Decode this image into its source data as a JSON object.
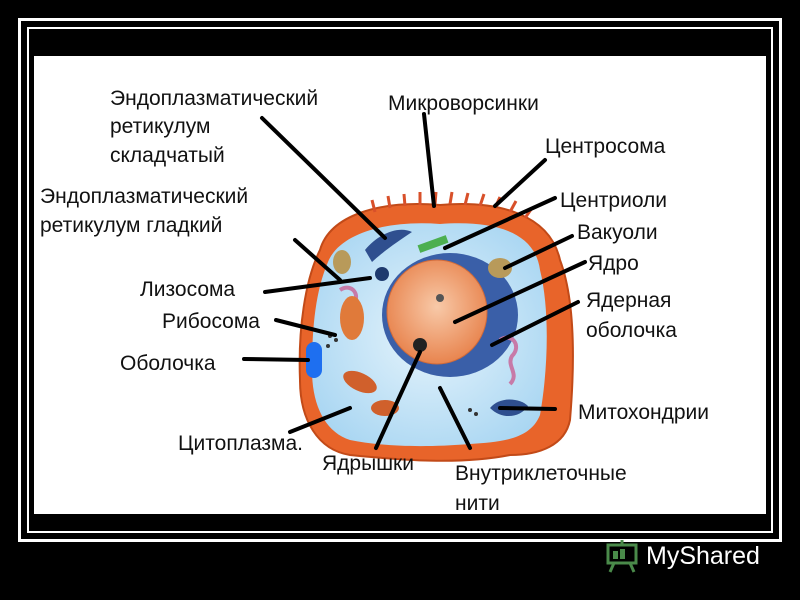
{
  "labels": {
    "er_rough": [
      "Эндоплазматический",
      "ретикулум",
      "складчатый"
    ],
    "er_smooth": [
      "Эндоплазматический",
      "ретикулум гладкий"
    ],
    "microvilli": "Микроворсинки",
    "centrosome": "Центросома",
    "centrioles": "Центриоли",
    "vacuoles": "Вакуоли",
    "nucleus": "Ядро",
    "nuclear_envelope": [
      "Ядерная",
      "оболочка"
    ],
    "lysosome": "Лизосома",
    "ribosome": "Рибосома",
    "membrane": "Оболочка",
    "mitochondria": "Митохондрии",
    "cytoplasm": "Цитоплазма.",
    "nucleoli": "Ядрышки",
    "filaments": [
      "Внутриклеточные",
      "нити"
    ]
  },
  "watermark": {
    "text": "MyShared",
    "icon": "presentation-board-icon"
  },
  "colors": {
    "background": "#000000",
    "frame": "#ffffff",
    "cell_outer": "#e8642a",
    "cytoplasm": "#b9dff5",
    "nucleus": "#f2a57a",
    "leader_line": "#000000"
  }
}
